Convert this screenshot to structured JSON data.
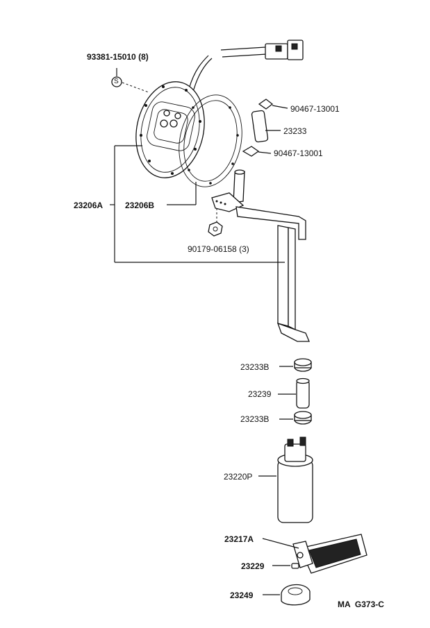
{
  "parts": {
    "screw_set": "93381-15010 (8)",
    "screw_symbol": "S",
    "clamp_upper": "90467-13001",
    "hose_upper": "23233",
    "clamp_lower": "90467-13001",
    "bracket_assy": "23206A",
    "gasket": "23206B",
    "nut": "90179-06158 (3)",
    "clamp_b_upper": "23233B",
    "hose_pump": "23239",
    "clamp_b_lower": "23233B",
    "pump": "23220P",
    "filter": "23217A",
    "clip": "23229",
    "cushion": "23249"
  },
  "diagram_code": "MA  G373-C"
}
